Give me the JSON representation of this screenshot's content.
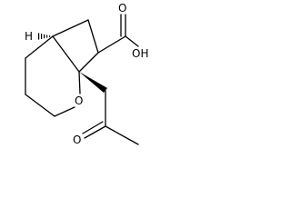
{
  "molecule": {
    "atoms": {
      "oh": "OH",
      "ring_oxygen": "O",
      "carbonyl_oxygen_acid": "O",
      "carbonyl_oxygen_ketone": "O",
      "stereo_h": "H"
    },
    "colors": {
      "bond": "#000000",
      "label": "#000000",
      "background": "#ffffff"
    }
  }
}
